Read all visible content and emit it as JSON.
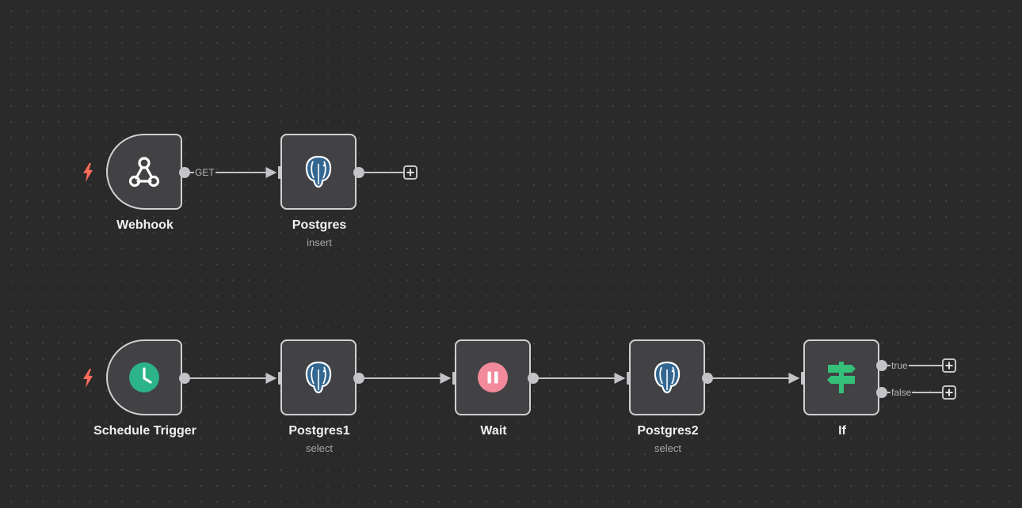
{
  "workflow": {
    "nodes": {
      "webhook": {
        "label": "Webhook",
        "subtitle": "",
        "icon": "webhook-icon"
      },
      "postgres": {
        "label": "Postgres",
        "subtitle": "insert",
        "icon": "postgres-elephant-icon"
      },
      "schedule_trigger": {
        "label": "Schedule Trigger",
        "subtitle": "",
        "icon": "clock-icon"
      },
      "postgres1": {
        "label": "Postgres1",
        "subtitle": "select",
        "icon": "postgres-elephant-icon"
      },
      "wait": {
        "label": "Wait",
        "subtitle": "",
        "icon": "pause-icon"
      },
      "postgres2": {
        "label": "Postgres2",
        "subtitle": "select",
        "icon": "postgres-elephant-icon"
      },
      "if": {
        "label": "If",
        "subtitle": "",
        "icon": "signpost-icon"
      }
    },
    "connection_labels": {
      "webhook_out": "GET",
      "if_true": "true",
      "if_false": "false"
    }
  },
  "colors": {
    "canvas_bg": "#2a2a2a",
    "node_bg": "#424244",
    "node_border": "#d0d0d2",
    "wire": "#c4c4c8",
    "trigger_bolt": "#ff6d5a",
    "schedule_green": "#2cb387",
    "wait_pink": "#f28a9c",
    "if_green": "#35c07a",
    "postgres_blue": "#336791"
  }
}
